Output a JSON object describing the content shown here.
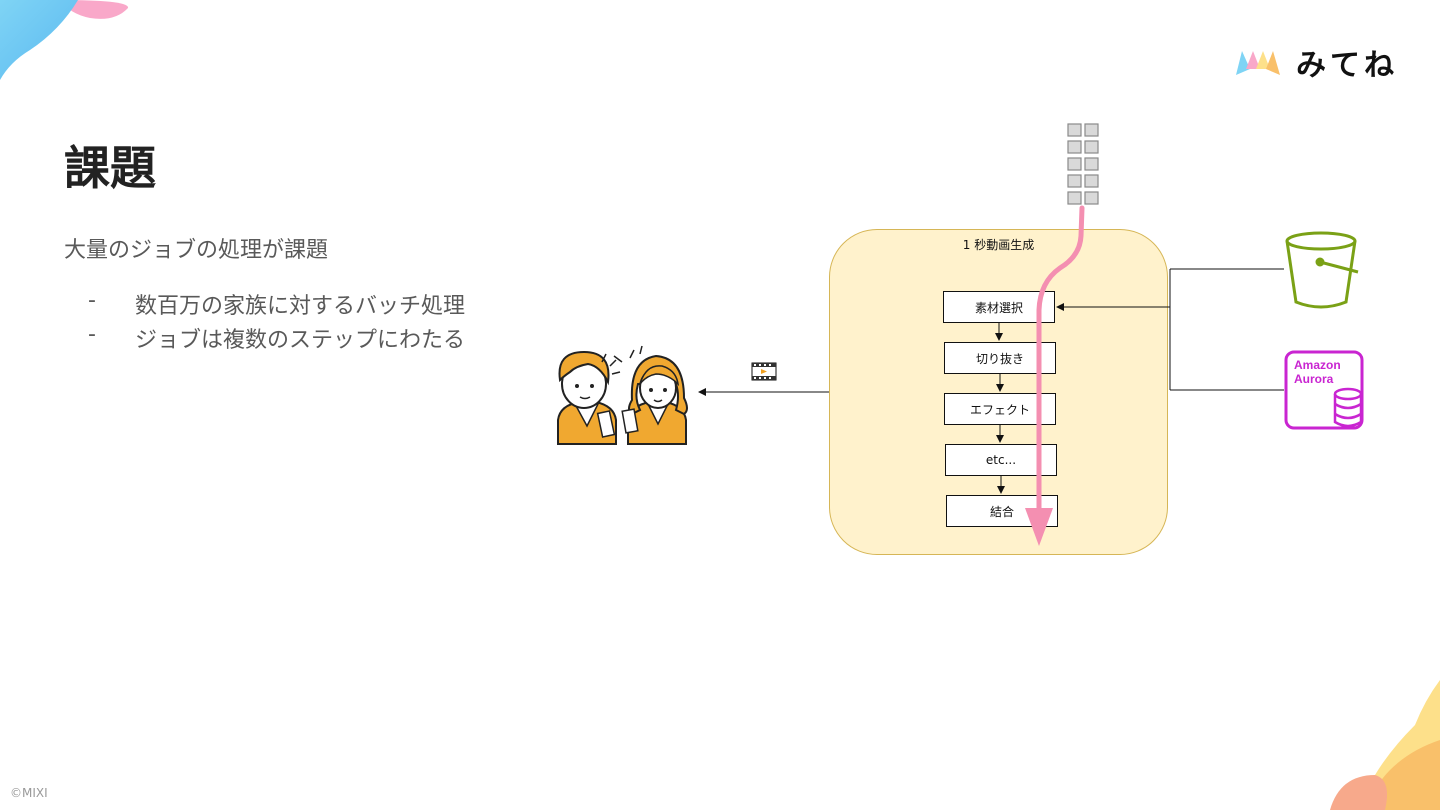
{
  "logo": {
    "text": "みてね"
  },
  "slide": {
    "title": "課題",
    "lead": "大量のジョブの処理が課題",
    "bullets": [
      {
        "marker": "-",
        "text": "数百万の家族に対するバッチ処理"
      },
      {
        "marker": "-",
        "text": "ジョブは複数のステップにわたる"
      }
    ]
  },
  "diagram": {
    "panel_label": "1 秒動画生成",
    "steps": [
      "素材選択",
      "切り抜き",
      "エフェクト",
      "etc...",
      "結合"
    ],
    "aurora_label_line1": "Amazon",
    "aurora_label_line2": "Aurora",
    "colors": {
      "panel_fill": "#fff2cc",
      "panel_border": "#d6b656",
      "job_arrow": "#f48fb1",
      "s3": "#7aa116",
      "aurora": "#c925d1",
      "queue_cells": "#9e9e9e"
    }
  },
  "footer": {
    "copyright": "©MIXI"
  }
}
